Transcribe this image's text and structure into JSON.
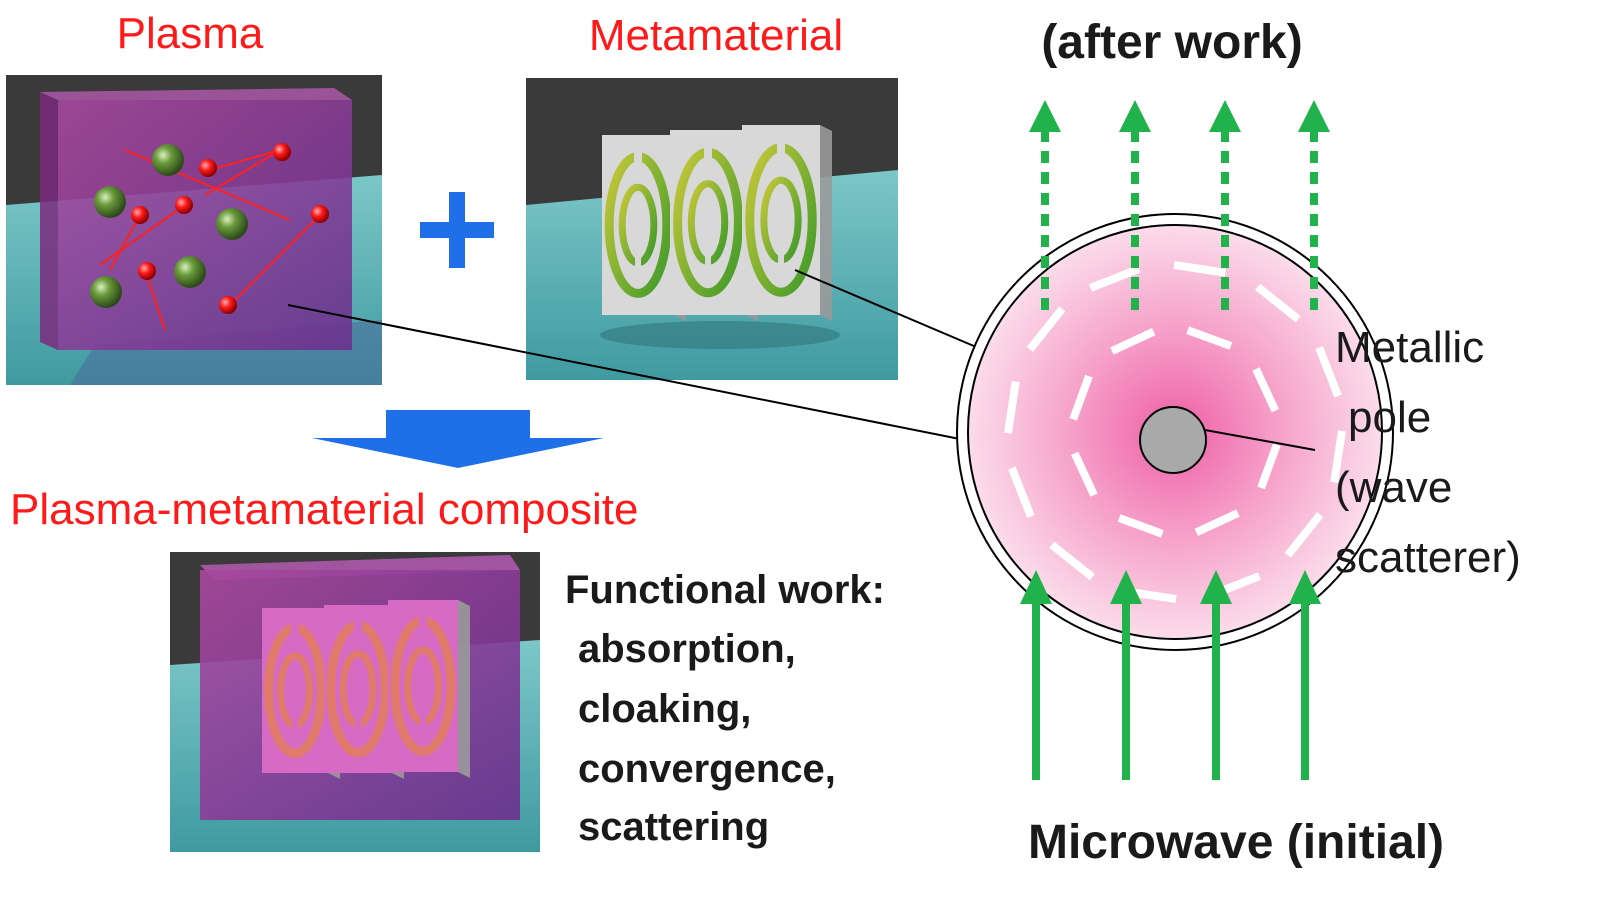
{
  "labels": {
    "plasma": "Plasma",
    "metamaterial": "Metamaterial",
    "composite": "Plasma-metamaterial composite",
    "after_work": "(after work)",
    "microwave": "Microwave (initial)",
    "functional_heading": "Functional work:",
    "functional_items": [
      "absorption,",
      "cloaking,",
      "convergence,",
      "scattering"
    ],
    "pole_lines": [
      "Metallic",
      "pole",
      "(wave",
      "scatterer)"
    ]
  },
  "colors": {
    "red": "#ff1a1a",
    "green": "#22b24c",
    "blue": "#1e6fe8",
    "plasma_box": "#8e2f8c",
    "floor": "#5fb3b6",
    "background_dark": "#3a3a3a",
    "circle_fill": "#f8c7de"
  }
}
